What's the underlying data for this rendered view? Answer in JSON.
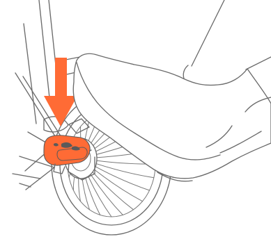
{
  "colors": {
    "accent": "#ff6b35",
    "line": "#6b6b6b",
    "background": "#ffffff"
  },
  "illustration": {
    "elements": [
      "stroller-frame",
      "rear-wheel",
      "brake-pedal",
      "press-down-arrow",
      "shoe-pressing-pedal"
    ],
    "action": "press-down",
    "arrow_direction": "down"
  }
}
